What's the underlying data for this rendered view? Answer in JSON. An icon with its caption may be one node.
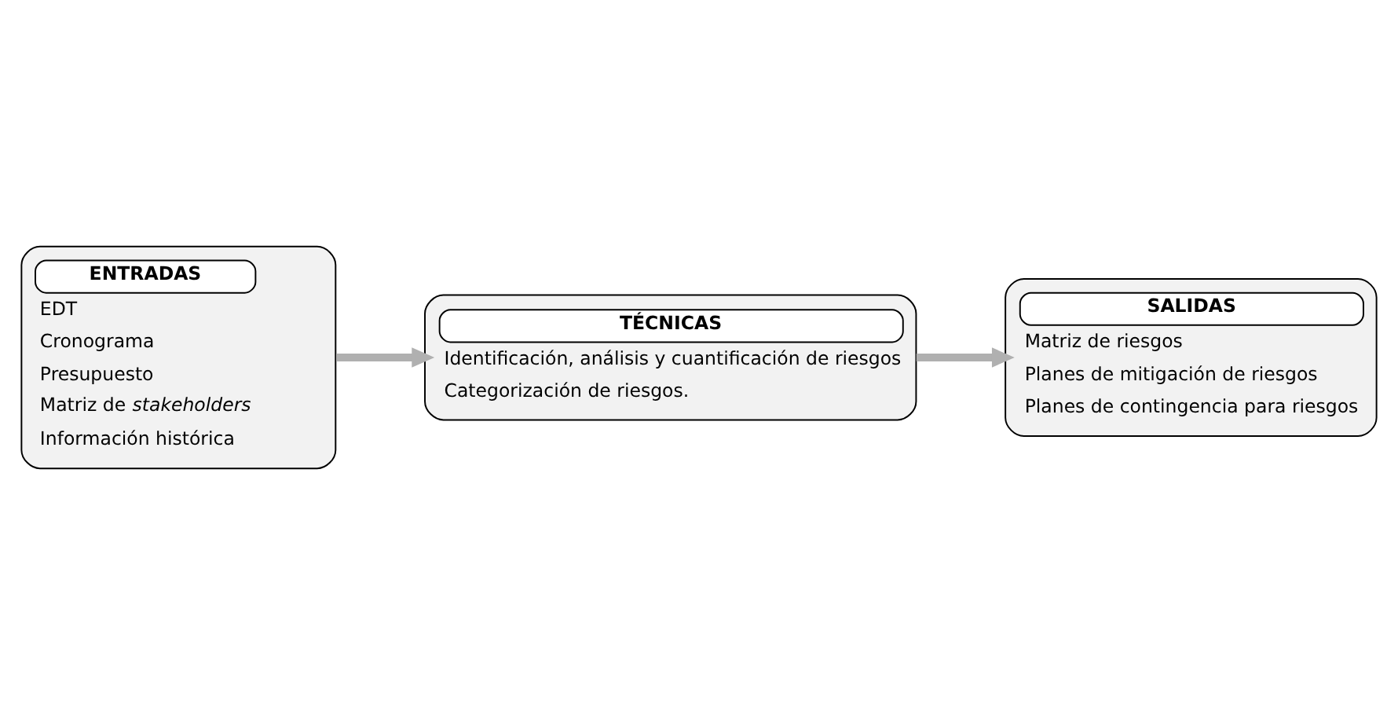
{
  "diagram": {
    "nodes": [
      {
        "text": [
          "ENTRADAS",
          "EDT",
          "Cronograma",
          "Presupuesto",
          "Matriz de *stakeholders*",
          "Información histórica"
        ]
      },
      {
        "text": [
          "TÉCNICAS",
          "Identificación, análisis y cuantificación de riesgos",
          "Categorización de riesgos."
        ]
      },
      {
        "text": [
          "SALIDAS",
          "Matriz de riesgos",
          "Planes de mitigación de riesgos",
          "Planes de contingencia para riesgos"
        ]
      }
    ],
    "edges": [
      {
        "from": 0,
        "to": 1,
        "arrow": "to"
      },
      {
        "from": 1,
        "to": 2,
        "arrow": "to"
      }
    ]
  }
}
